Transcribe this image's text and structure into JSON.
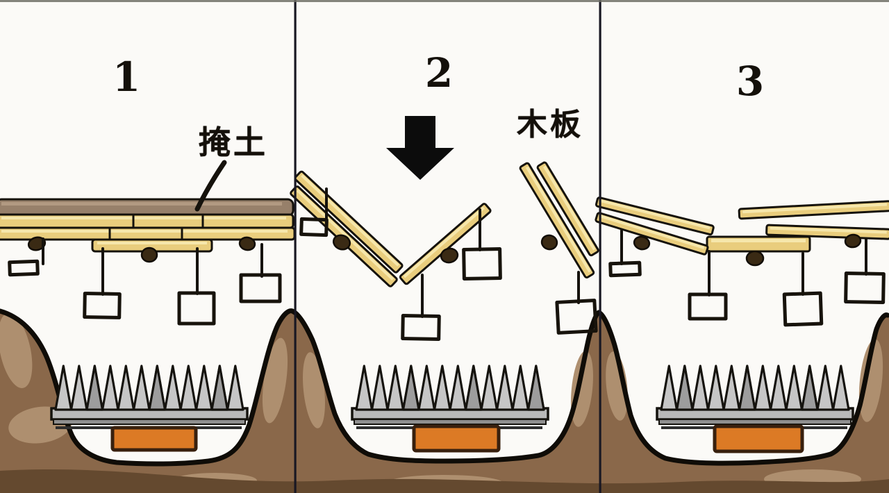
{
  "panels": [
    {
      "number": "1",
      "label": "掩土"
    },
    {
      "number": "2",
      "label": "木板"
    },
    {
      "number": "3",
      "label": ""
    }
  ],
  "icons": {
    "down_arrow": "⬇"
  },
  "colors": {
    "background": "#fbfaf7",
    "ink": "#15120c",
    "plank_tan": "#e9cd7d",
    "plank_highlight": "#f6e7ac",
    "plank_shade": "#c9a44e",
    "soil_layer": "#97806a",
    "earth": "#8a684a",
    "earth_light": "#ae8f6f",
    "earth_dark": "#64492f",
    "spike_gray": "#c6c6c6",
    "plate_gray": "#b9b9b9",
    "trap_box_orange": "#dc7a25"
  }
}
